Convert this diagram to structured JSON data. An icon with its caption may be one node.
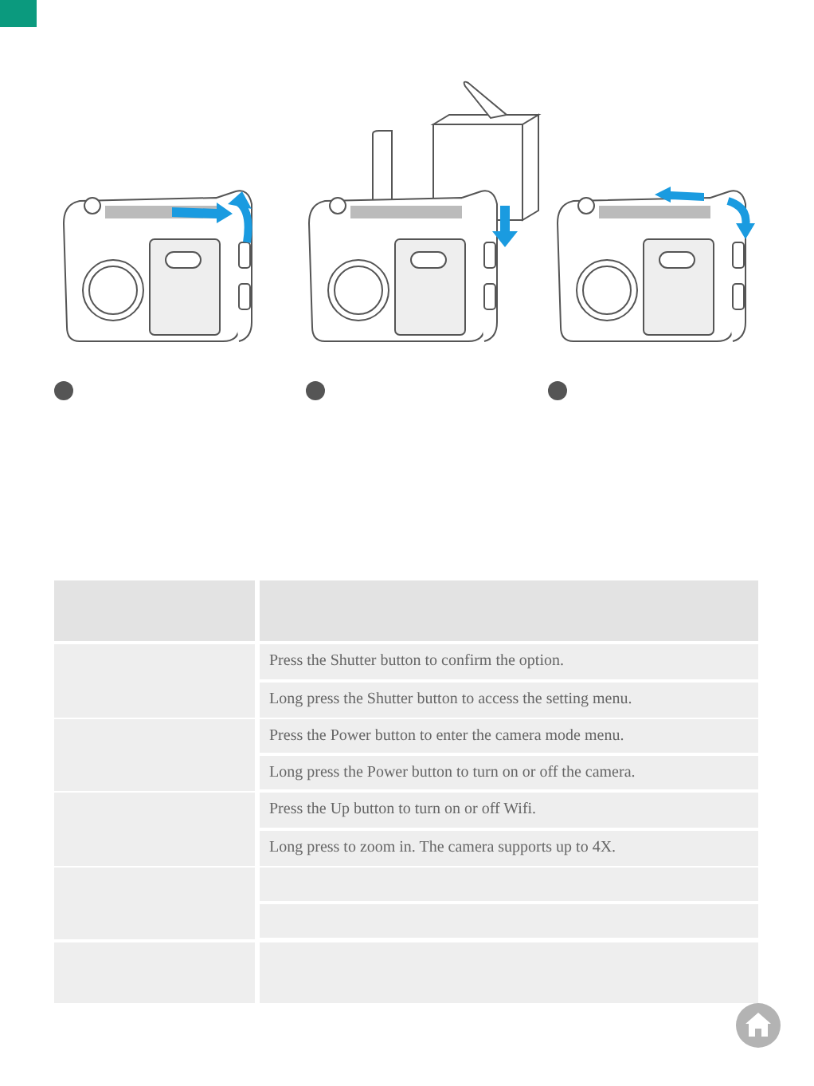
{
  "diagram": {
    "labels": [
      "Press the Shutter button to confirm the option.",
      "Long press the Shutter button to access the setting menu.",
      "Press the Power button to enter the camera mode menu.",
      "Long press the Power button to turn on or off the camera.",
      "Press the Up button to turn on or off Wifi.",
      "Long press to zoom in. The camera supports up to 4X."
    ]
  }
}
